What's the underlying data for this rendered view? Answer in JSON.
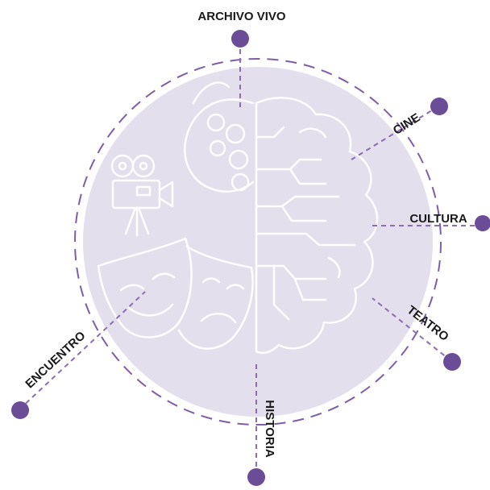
{
  "labels": {
    "archivo_vivo": "ARCHIVO VIVO",
    "cine": "CINE",
    "cultura": "CULTURA",
    "teatro": "TEATRO",
    "historia": "HISTORIA",
    "encuentro": "ENCUENTRO"
  },
  "colors": {
    "disc_fill": "#e4dfed",
    "dashed_ring": "#7d5ea7",
    "node_dot": "#6b4c96",
    "connector": "#8a6db3",
    "line_art": "#ffffff",
    "label_text": "#1a1a1a"
  },
  "icons": [
    "brain-icon",
    "film-reel-icon",
    "movie-camera-icon",
    "theater-masks-icon"
  ]
}
